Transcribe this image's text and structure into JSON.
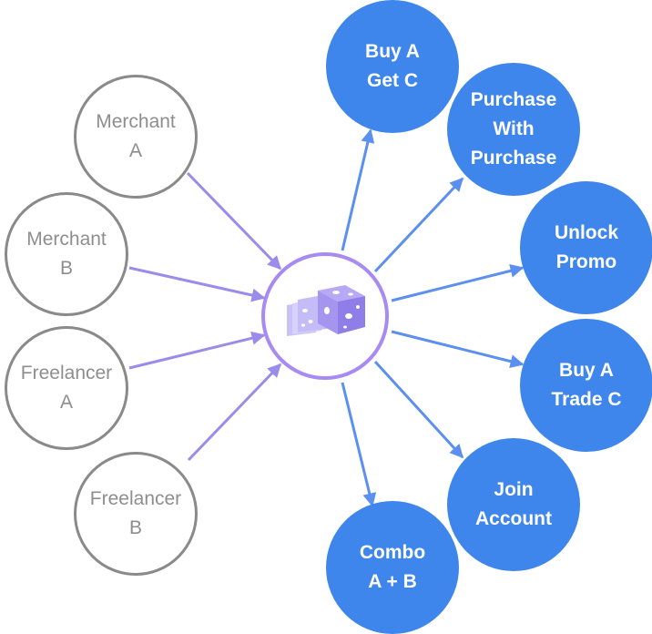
{
  "colors": {
    "source_border": "#8a8a8a",
    "source_text": "#8e8e8e",
    "target_fill": "#3f86ec",
    "target_text": "#ffffff",
    "hub_border": "#a78af2",
    "incoming_arrow": "#9a8cea",
    "outgoing_arrow": "#5b8ff0"
  },
  "hub": {
    "icon": "voucher-cards-icon"
  },
  "sources": [
    {
      "line1": "Merchant",
      "line2": "A"
    },
    {
      "line1": "Merchant",
      "line2": "B"
    },
    {
      "line1": "Freelancer",
      "line2": "A"
    },
    {
      "line1": "Freelancer",
      "line2": "B"
    }
  ],
  "targets": [
    {
      "line1": "Buy A",
      "line2": "Get C"
    },
    {
      "line1": "Purchase",
      "line2": "With",
      "line3": "Purchase"
    },
    {
      "line1": "Unlock",
      "line2": "Promo"
    },
    {
      "line1": "Buy A",
      "line2": "Trade C"
    },
    {
      "line1": "Join",
      "line2": "Account"
    },
    {
      "line1": "Combo",
      "line2": "A + B"
    }
  ]
}
